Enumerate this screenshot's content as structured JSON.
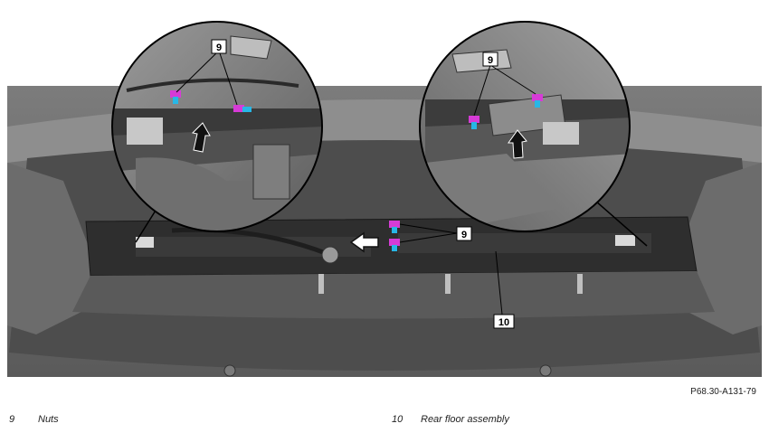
{
  "figure": {
    "callouts": [
      {
        "id": "callout-9-left-detail",
        "label": "9"
      },
      {
        "id": "callout-9-right-detail",
        "label": "9"
      },
      {
        "id": "callout-9-main",
        "label": "9"
      },
      {
        "id": "callout-10-main",
        "label": "10"
      }
    ],
    "figure_id": "P68.30-A131-79"
  },
  "legend": [
    {
      "number": "9",
      "text": "Nuts"
    },
    {
      "number": "10",
      "text": "Rear floor assembly"
    }
  ],
  "colors": {
    "nut_highlight": "#d63bd6",
    "bolt_highlight": "#27b7e6",
    "background": "#ffffff",
    "panel_gray": "#6f6f6f"
  }
}
